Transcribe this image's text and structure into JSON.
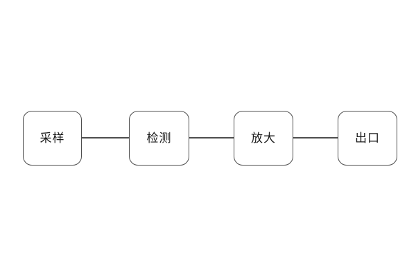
{
  "flowchart": {
    "nodes": [
      {
        "id": "sampling",
        "label": "采样"
      },
      {
        "id": "detection",
        "label": "检测"
      },
      {
        "id": "amplification",
        "label": "放大"
      },
      {
        "id": "exit",
        "label": "出口"
      }
    ],
    "connections": [
      {
        "from": "采样",
        "to": "检测"
      },
      {
        "from": "检测",
        "to": "放大"
      },
      {
        "from": "放大",
        "to": "出口"
      }
    ],
    "colors": {
      "background": "#ffffff",
      "node_border": "#4d4d4d",
      "connector": "#4d4d4d",
      "label_text": "#1a1a1a"
    }
  }
}
